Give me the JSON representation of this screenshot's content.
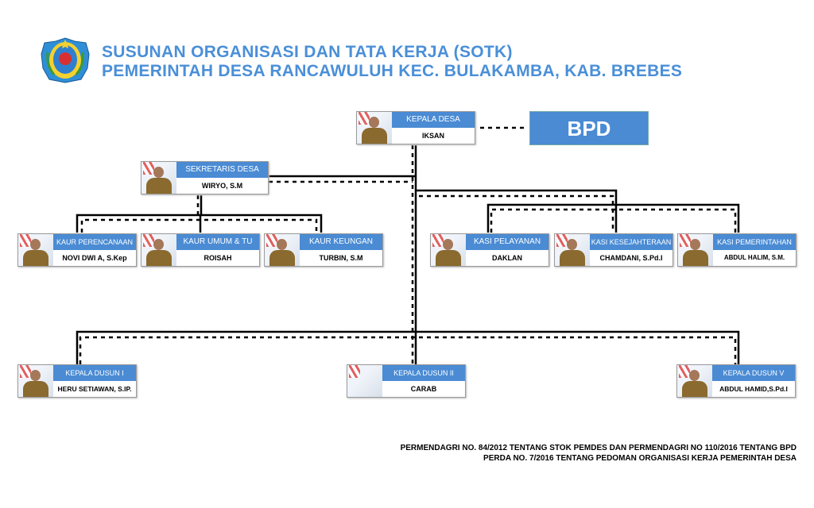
{
  "header": {
    "line1": "SUSUNAN ORGANISASI DAN TATA KERJA (SOTK)",
    "line2": "PEMERINTAH DESA RANCAWULUH KEC. BULAKAMBA, KAB. BREBES"
  },
  "bpd": "BPD",
  "cards": {
    "kepala_desa": {
      "role": "KEPALA DESA",
      "name": "IKSAN"
    },
    "sekdes": {
      "role": "SEKRETARIS DESA",
      "name": "WIRYO, S.M"
    },
    "kaur_perencanaan": {
      "role": "KAUR PERENCANAAN",
      "name": "NOVI DWI A, S.Kep"
    },
    "kaur_umum": {
      "role": "KAUR UMUM & TU",
      "name": "ROISAH"
    },
    "kaur_keuangan": {
      "role": "KAUR KEUNGAN",
      "name": "TURBIN, S.M"
    },
    "kasi_pelayanan": {
      "role": "KASI PELAYANAN",
      "name": "DAKLAN"
    },
    "kasi_kesejahteraan": {
      "role": "KASI KESEJAHTERAAN",
      "name": "CHAMDANI, S.Pd.I"
    },
    "kasi_pemerintahan": {
      "role": "KASI PEMERINTAHAN",
      "name": "ABDUL HALIM, S.M."
    },
    "dusun1": {
      "role": "KEPALA DUSUN I",
      "name": "HERU SETIAWAN, S.IP."
    },
    "dusun2": {
      "role": "KEPALA DUSUN II",
      "name": "CARAB"
    },
    "dusun5": {
      "role": "KEPALA DUSUN V",
      "name": "ABDUL HAMID,S.Pd.I"
    }
  },
  "footer": {
    "line1": "PERMENDAGRI NO. 84/2012 TENTANG STOK PEMDES DAN PERMENDAGRI NO 110/2016 TENTANG BPD",
    "line2": "PERDA NO. 7/2016 TENTANG PEDOMAN ORGANISASI KERJA PEMERINTAH DESA"
  },
  "colors": {
    "accent": "#4a8bd4",
    "title": "#4a8fd8"
  }
}
